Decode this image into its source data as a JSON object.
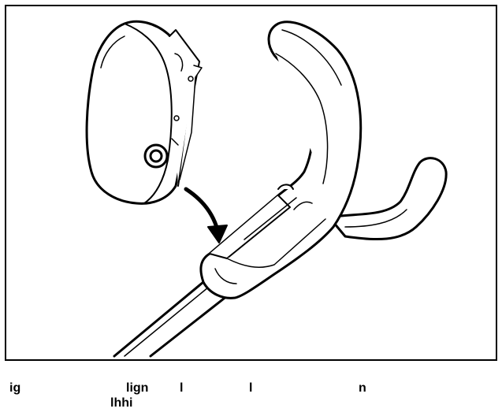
{
  "caption": {
    "words": [
      "ig",
      "lign",
      "l",
      "l",
      "n",
      "lhhi"
    ]
  },
  "colors": {
    "line": "#000000",
    "background": "#ffffff",
    "fill": "#ffffff"
  },
  "icons": {
    "insert_direction": "curved-arrow-icon"
  }
}
